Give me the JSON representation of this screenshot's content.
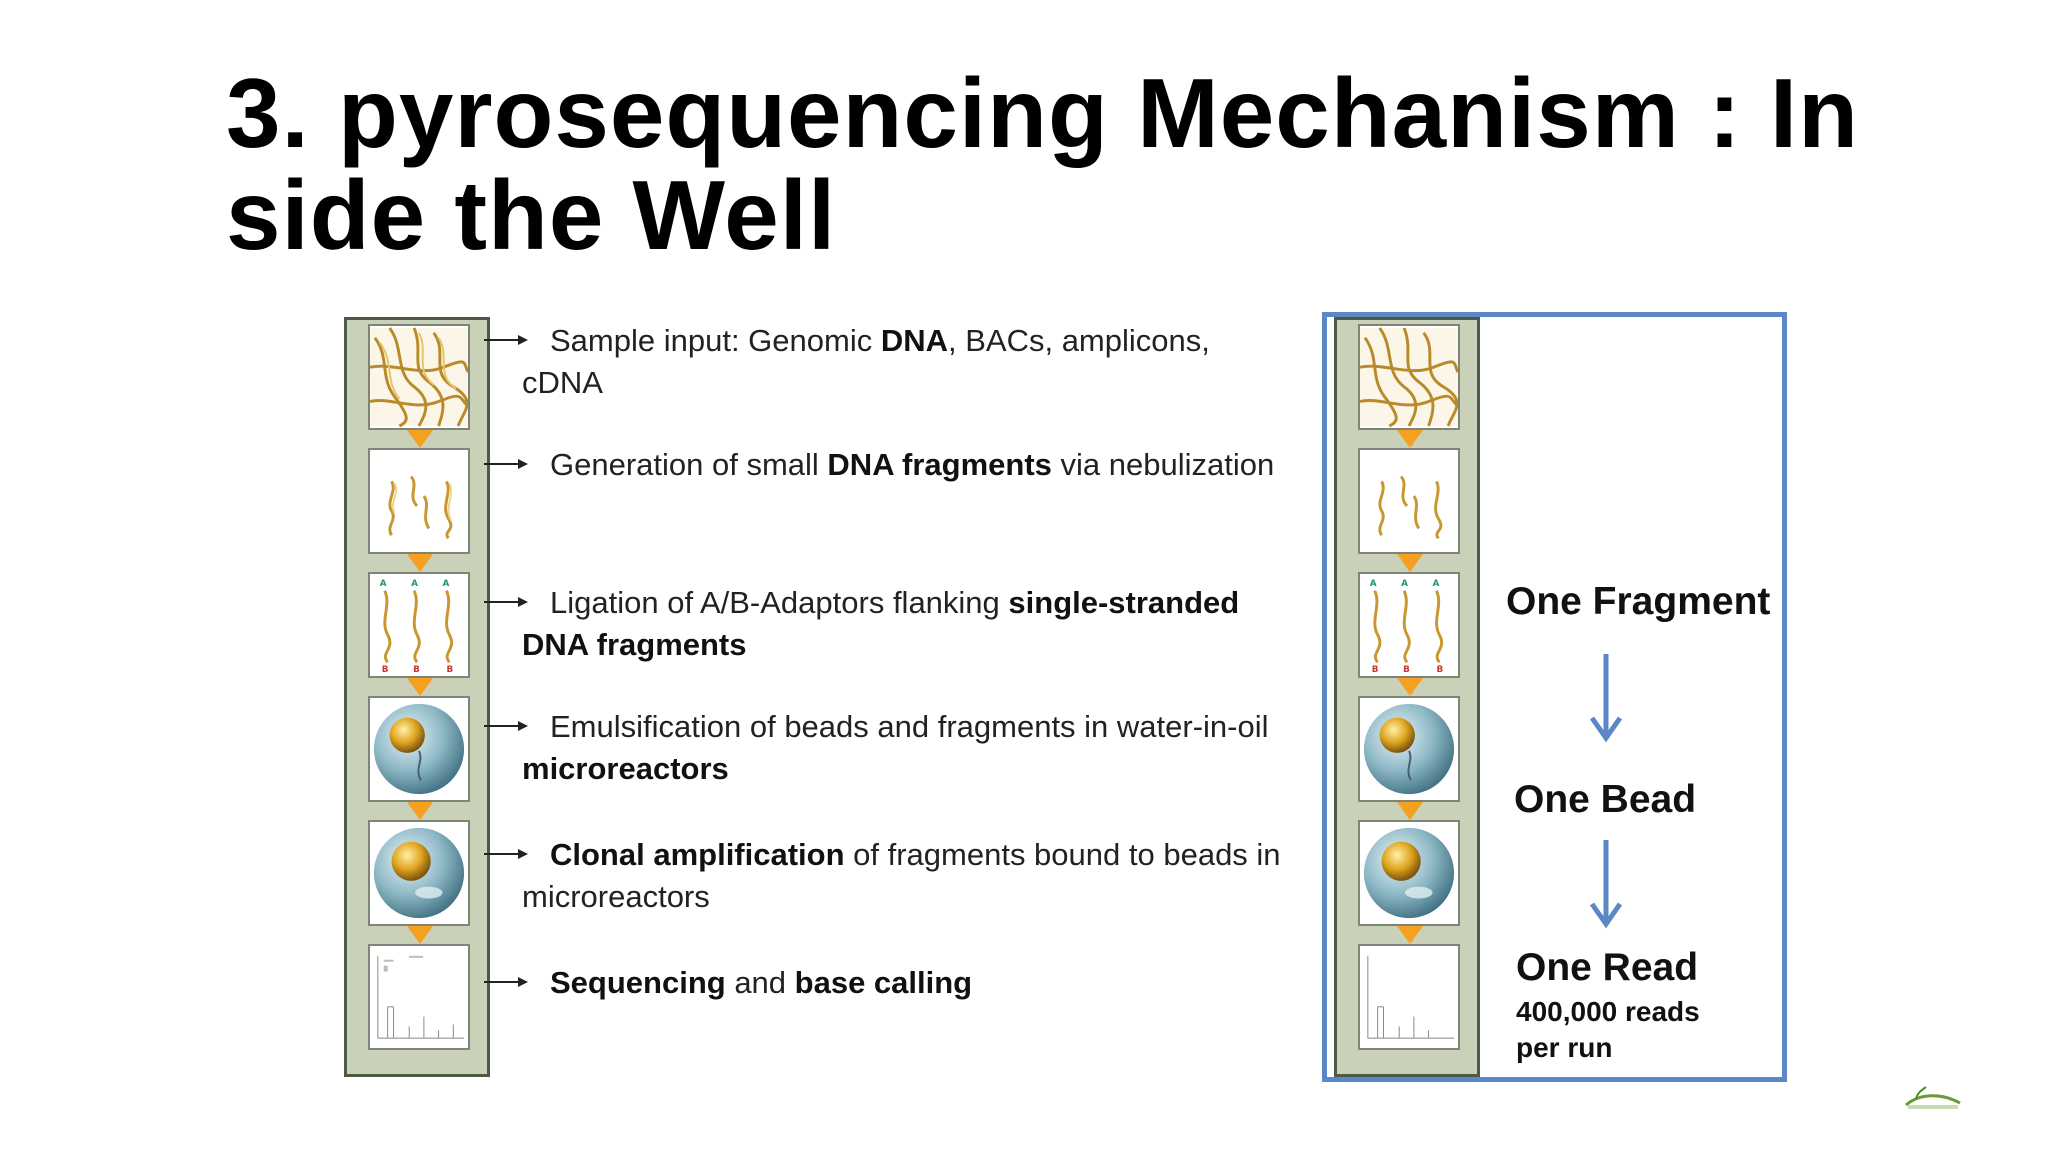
{
  "title": {
    "line1": "3. pyrosequencing Mechanism : In",
    "line2": "side the Well"
  },
  "steps": [
    {
      "icon": "dna-genomic-icon",
      "parts": [
        {
          "t": "Sample input: Genomic "
        },
        {
          "t": "DNA",
          "b": true
        },
        {
          "t": ", BACs, amplicons, cDNA"
        }
      ]
    },
    {
      "icon": "dna-fragments-icon",
      "parts": [
        {
          "t": "Generation of small "
        },
        {
          "t": "DNA fragments",
          "b": true
        },
        {
          "t": " via nebulization"
        }
      ]
    },
    {
      "icon": "adaptor-ligation-icon",
      "parts": [
        {
          "t": "Ligation of A/B-Adaptors flanking "
        },
        {
          "t": "single-stranded DNA fragments",
          "b": true
        }
      ]
    },
    {
      "icon": "bead-emulsion-icon",
      "parts": [
        {
          "t": "Emulsification of beads and fragments in water-in-oil  "
        },
        {
          "t": "microreactors",
          "b": true
        }
      ]
    },
    {
      "icon": "bead-amplification-icon",
      "parts": [
        {
          "t": "Clonal amplification",
          "b": true
        },
        {
          "t": " of fragments bound to beads in microreactors"
        }
      ]
    },
    {
      "icon": "sequencing-chart-icon",
      "parts": [
        {
          "t": "Sequencing",
          "b": true
        },
        {
          "t": " and "
        },
        {
          "t": "base calling",
          "b": true
        }
      ]
    }
  ],
  "outcomes": {
    "fragment": "One Fragment",
    "bead": "One Bead",
    "read": "One Read",
    "reads_per_run_line1": "400,000 reads",
    "reads_per_run_line2": "per run"
  },
  "colors": {
    "strip_fill": "#c9d1b9",
    "strip_border": "#4d5b45",
    "step_arrow_orange": "#f5a021",
    "outcome_box_border": "#5b87c6",
    "outcome_arrow_blue": "#5b87c6"
  }
}
